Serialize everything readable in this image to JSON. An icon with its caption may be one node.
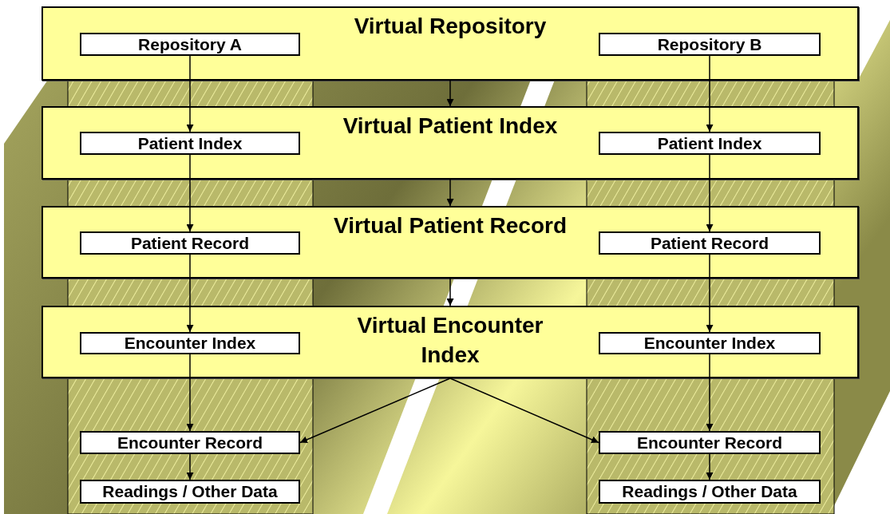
{
  "diagram": {
    "nodes": [
      {
        "text": [
          "Virtual Repository"
        ]
      },
      {
        "text": [
          "Repository A"
        ],
        "in": 0
      },
      {
        "text": [
          "Repository B"
        ],
        "in": 0
      },
      {
        "text": [
          "Virtual Patient Index"
        ]
      },
      {
        "text": [
          "Patient Index"
        ],
        "in": 3
      },
      {
        "text": [
          "Patient Index"
        ],
        "in": 3
      },
      {
        "text": [
          "Virtual Patient Record"
        ]
      },
      {
        "text": [
          "Patient Record"
        ],
        "in": 6
      },
      {
        "text": [
          "Patient Record"
        ],
        "in": 6
      },
      {
        "text": [
          "Virtual Encounter Index"
        ]
      },
      {
        "text": [
          "Encounter Index"
        ],
        "in": 9
      },
      {
        "text": [
          "Encounter Index"
        ],
        "in": 9
      },
      {
        "text": [
          "Encounter Record"
        ]
      },
      {
        "text": [
          "Encounter Record"
        ]
      },
      {
        "text": [
          "Readings / Other Data"
        ]
      },
      {
        "text": [
          "Readings / Other Data"
        ]
      }
    ],
    "edges": [
      {
        "from": 1,
        "to": 4,
        "arrow": "to"
      },
      {
        "from": 2,
        "to": 5,
        "arrow": "to"
      },
      {
        "from": 0,
        "to": 3,
        "arrow": "to"
      },
      {
        "from": 4,
        "to": 7,
        "arrow": "to"
      },
      {
        "from": 5,
        "to": 8,
        "arrow": "to"
      },
      {
        "from": 3,
        "to": 6,
        "arrow": "to"
      },
      {
        "from": 7,
        "to": 10,
        "arrow": "to"
      },
      {
        "from": 8,
        "to": 11,
        "arrow": "to"
      },
      {
        "from": 6,
        "to": 9,
        "arrow": "to"
      },
      {
        "from": 10,
        "to": 12,
        "arrow": "to"
      },
      {
        "from": 11,
        "to": 13,
        "arrow": "to"
      },
      {
        "from": 9,
        "to": 12,
        "arrow": "to"
      },
      {
        "from": 9,
        "to": 13,
        "arrow": "to"
      },
      {
        "from": 12,
        "to": 14,
        "arrow": "to"
      },
      {
        "from": 13,
        "to": 15,
        "arrow": "to"
      }
    ]
  }
}
